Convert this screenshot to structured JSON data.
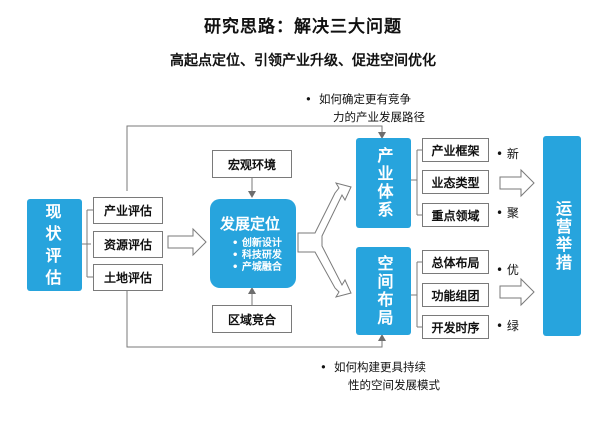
{
  "title": "研究思路：解决三大问题",
  "subtitle": "高起点定位、引领产业升级、促进空间优化",
  "notes": {
    "top": [
      "如何确定更有竞争",
      "力的产业发展路径"
    ],
    "bottom": [
      "如何构建更具持续",
      "性的空间发展模式"
    ],
    "bullet": "•"
  },
  "left_block": "现状评估",
  "evaluations": [
    "产业评估",
    "资源评估",
    "土地评估"
  ],
  "context_top": "宏观环境",
  "context_bottom": "区域竞合",
  "core": {
    "label": "发展定位",
    "items": [
      "创新设计",
      "科技研发",
      "产城融合"
    ]
  },
  "industry_system": {
    "label": "产业体系",
    "items": [
      "产业框架",
      "业态类型",
      "重点领域"
    ]
  },
  "spatial_layout": {
    "label": "空间布局",
    "items": [
      "总体布局",
      "功能组团",
      "开发时序"
    ]
  },
  "principles": [
    "新",
    "聚",
    "优",
    "绿"
  ],
  "right_block": "运营举措",
  "colors": {
    "accent": "#27a4dd",
    "line": "#7a7a7a"
  }
}
